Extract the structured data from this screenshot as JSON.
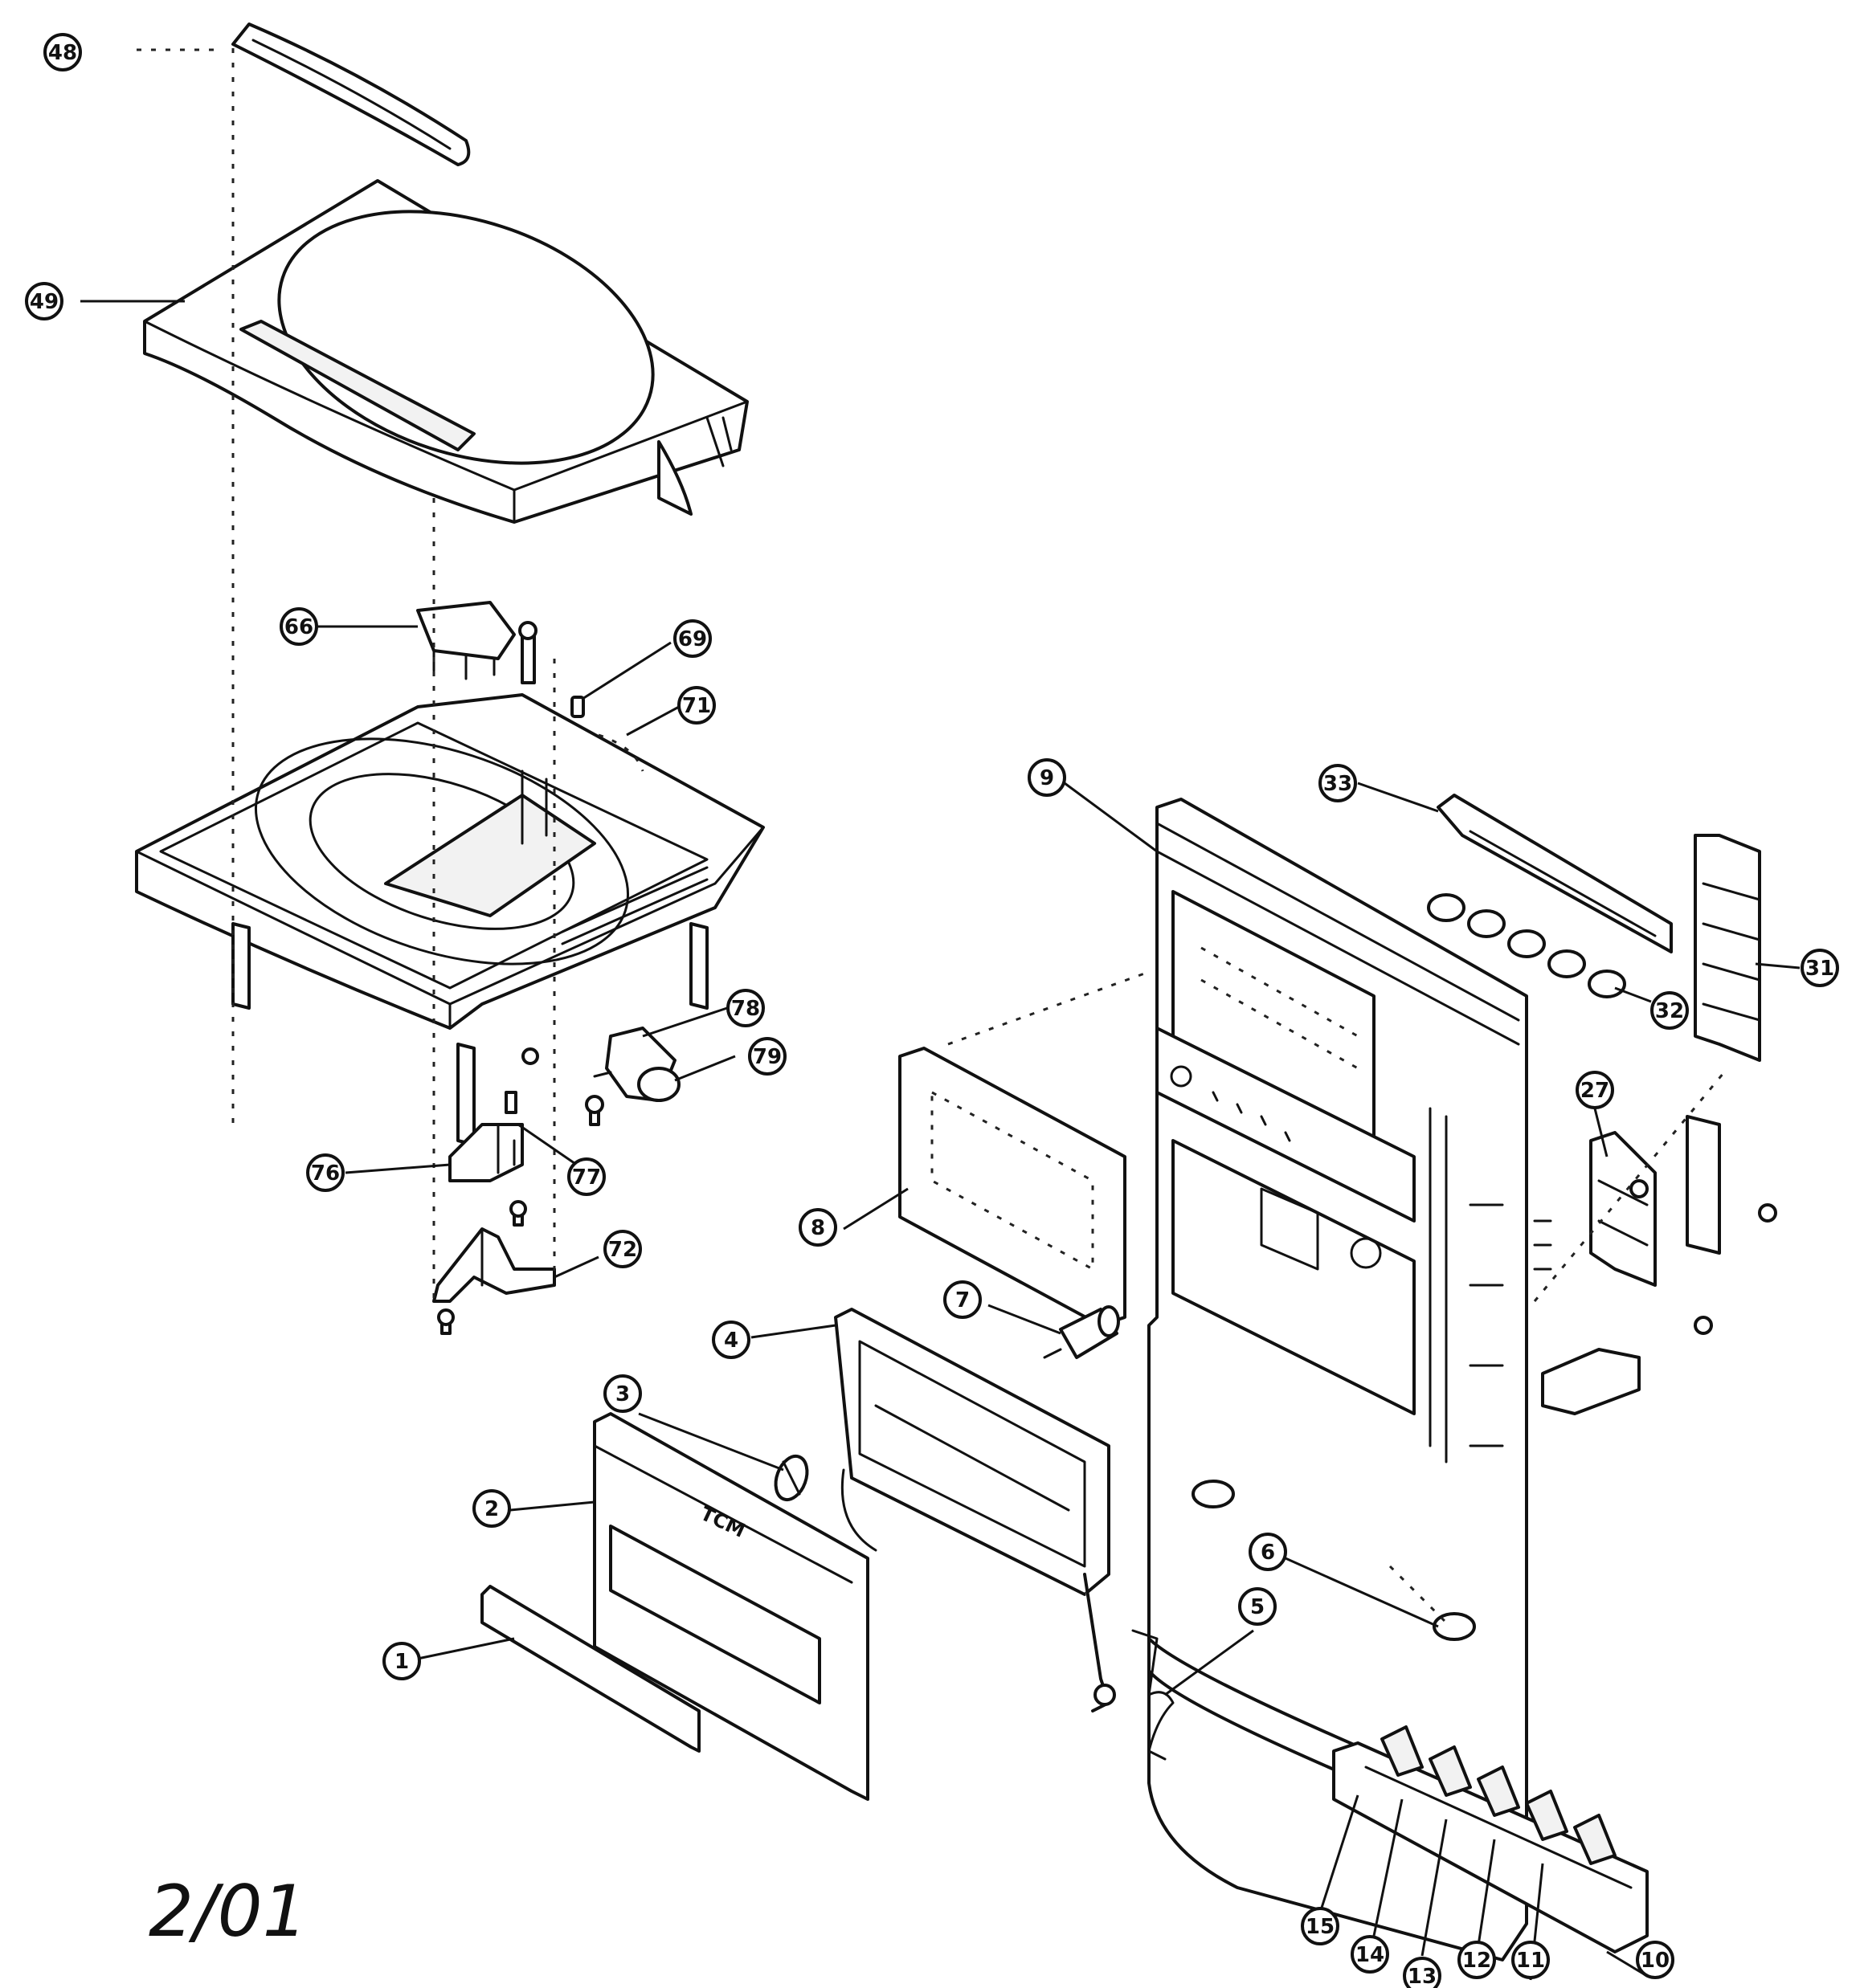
{
  "diagram": {
    "date_stamp": "2/01",
    "brand_mark": "TCM",
    "callouts": [
      "48",
      "49",
      "66",
      "69",
      "71",
      "9",
      "33",
      "31",
      "32",
      "27",
      "78",
      "79",
      "76",
      "77",
      "72",
      "8",
      "7",
      "4",
      "3",
      "2",
      "1",
      "5",
      "6",
      "15",
      "14",
      "13",
      "12",
      "11",
      "10"
    ]
  }
}
